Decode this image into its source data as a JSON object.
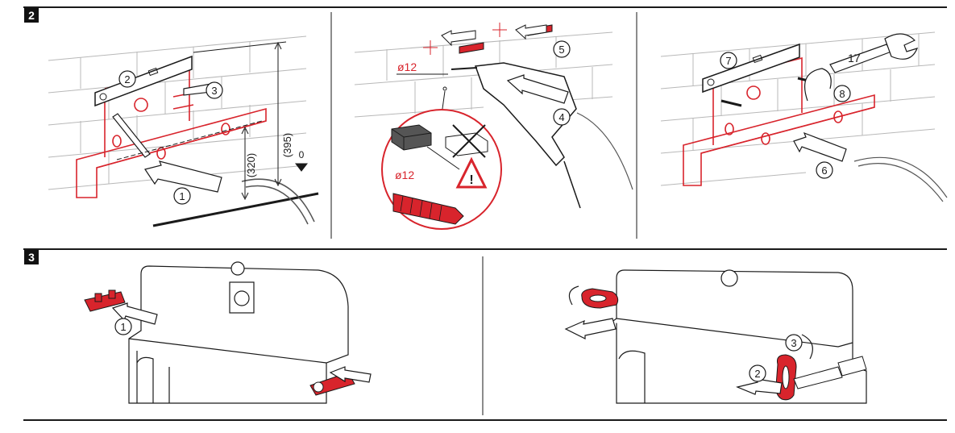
{
  "steps": [
    {
      "number": "2"
    },
    {
      "number": "3"
    }
  ],
  "step2": {
    "panel1": {
      "callouts": [
        "1",
        "2",
        "3"
      ],
      "dim_320": "(320)",
      "dim_395": "(395)",
      "zero_ref": "0"
    },
    "panel2": {
      "callouts": [
        "4",
        "5"
      ],
      "drill_diameter": "ø12",
      "plug_diameter": "ø12"
    },
    "panel3": {
      "callouts": [
        "6",
        "7",
        "8"
      ],
      "wrench_size": "17"
    }
  },
  "step3": {
    "panel1": {
      "callouts": [
        "1"
      ]
    },
    "panel2": {
      "callouts": [
        "2",
        "3"
      ]
    }
  },
  "colors": {
    "accent_red": "#d8242c",
    "line": "#1a1a1a",
    "wall_line": "#b8b8b8",
    "badge_bg": "#111111"
  }
}
